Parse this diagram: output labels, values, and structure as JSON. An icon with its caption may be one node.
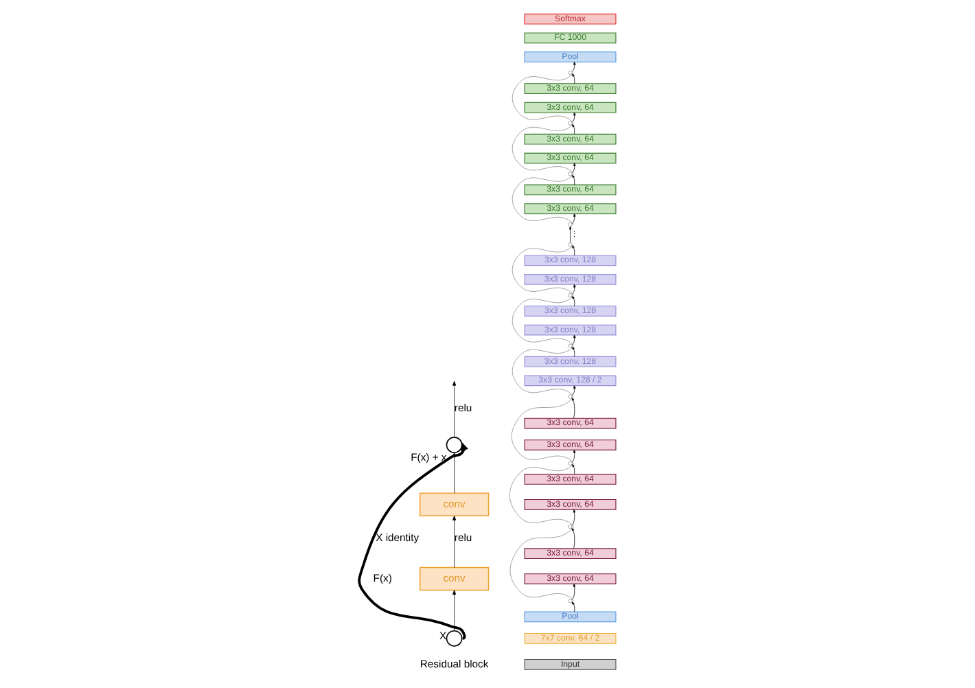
{
  "diagram": {
    "nodes": [
      {
        "text": [],
        "shape": "circle",
        "beside": [
          "F(x) + x"
        ]
      },
      {
        "text": [
          "conv"
        ]
      },
      {
        "text": [
          "conv"
        ]
      },
      {
        "text": [],
        "shape": "circle",
        "beside": [
          "X"
        ]
      },
      {
        "text": [
          "Softmax"
        ]
      },
      {
        "text": [
          "FC 1000"
        ]
      },
      {
        "text": [
          "Pool"
        ]
      },
      {
        "text": [],
        "shape": "circle"
      },
      {
        "text": [
          "3x3 conv, 64"
        ]
      },
      {
        "text": [
          "3x3 conv, 64"
        ]
      },
      {
        "text": [],
        "shape": "circle"
      },
      {
        "text": [
          "3x3 conv, 64"
        ]
      },
      {
        "text": [
          "3x3 conv, 64"
        ]
      },
      {
        "text": [],
        "shape": "circle"
      },
      {
        "text": [
          "3x3 conv, 64"
        ]
      },
      {
        "text": [
          "3x3 conv, 64"
        ]
      },
      {
        "text": [],
        "shape": "circle"
      },
      {
        "text": [],
        "shape": "circle"
      },
      {
        "text": [
          "3x3 conv, 128"
        ]
      },
      {
        "text": [
          "3x3 conv, 128"
        ]
      },
      {
        "text": [],
        "shape": "circle"
      },
      {
        "text": [
          "3x3 conv, 128"
        ]
      },
      {
        "text": [
          "3x3 conv, 128"
        ]
      },
      {
        "text": [],
        "shape": "circle"
      },
      {
        "text": [
          "3x3 conv, 128"
        ]
      },
      {
        "text": [
          "3x3 conv, 128 / 2"
        ]
      },
      {
        "text": [],
        "shape": "circle"
      },
      {
        "text": [
          "3x3 conv, 64"
        ]
      },
      {
        "text": [
          "3x3 conv, 64"
        ]
      },
      {
        "text": [],
        "shape": "circle"
      },
      {
        "text": [
          "3x3 conv, 64"
        ]
      },
      {
        "text": [
          "3x3 conv, 64"
        ]
      },
      {
        "text": [],
        "shape": "circle"
      },
      {
        "text": [
          "3x3 conv, 64"
        ]
      },
      {
        "text": [
          "3x3 conv, 64"
        ]
      },
      {
        "text": [],
        "shape": "circle"
      },
      {
        "text": [
          "Pool"
        ]
      },
      {
        "text": [
          "7x7 conv, 64 / 2"
        ]
      },
      {
        "text": [
          "Input"
        ]
      }
    ],
    "edges": [
      {
        "from": 3,
        "to": 2,
        "arrow": "to"
      },
      {
        "from": 2,
        "to": 1,
        "arrow": "to",
        "label": "relu"
      },
      {
        "from": 1,
        "to": 0,
        "arrow": "to"
      },
      {
        "from": 3,
        "to": 0,
        "arrow": "to",
        "label": "X identity",
        "style": "thick"
      },
      {
        "from": 0,
        "to": null,
        "arrow": "to",
        "label": "relu"
      },
      {
        "from": 36,
        "to": 35,
        "arrow": "to"
      },
      {
        "from": 35,
        "to": 34,
        "arrow": "to"
      },
      {
        "from": 33,
        "to": 32,
        "arrow": "to"
      },
      {
        "from": 32,
        "to": 31,
        "arrow": "to"
      },
      {
        "from": 30,
        "to": 29,
        "arrow": "to"
      },
      {
        "from": 29,
        "to": 28,
        "arrow": "to"
      },
      {
        "from": 27,
        "to": 26,
        "arrow": "to"
      },
      {
        "from": 26,
        "to": 25,
        "arrow": "to"
      },
      {
        "from": 24,
        "to": 23,
        "arrow": "to"
      },
      {
        "from": 23,
        "to": 22,
        "arrow": "to"
      },
      {
        "from": 21,
        "to": 20,
        "arrow": "to"
      },
      {
        "from": 20,
        "to": 19,
        "arrow": "to"
      },
      {
        "from": 18,
        "to": 17,
        "arrow": "to"
      },
      {
        "from": 17,
        "to": 16,
        "arrow": "to",
        "label": "⋮"
      },
      {
        "from": 16,
        "to": 15,
        "arrow": "to"
      },
      {
        "from": 14,
        "to": 13,
        "arrow": "to"
      },
      {
        "from": 13,
        "to": 12,
        "arrow": "to"
      },
      {
        "from": 11,
        "to": 10,
        "arrow": "to"
      },
      {
        "from": 10,
        "to": 9,
        "arrow": "to"
      },
      {
        "from": 8,
        "to": 7,
        "arrow": "to"
      },
      {
        "from": 7,
        "to": 6,
        "arrow": "to"
      },
      {
        "from": 35,
        "to": 32,
        "arrow": "none",
        "color": "#888888"
      },
      {
        "from": 32,
        "to": 29,
        "arrow": "none",
        "color": "#888888"
      },
      {
        "from": 29,
        "to": 26,
        "arrow": "none",
        "color": "#888888"
      },
      {
        "from": 26,
        "to": 23,
        "arrow": "none",
        "color": "#888888"
      },
      {
        "from": 23,
        "to": 20,
        "arrow": "none",
        "color": "#888888"
      },
      {
        "from": 20,
        "to": 17,
        "arrow": "none",
        "color": "#888888"
      },
      {
        "from": 16,
        "to": 13,
        "arrow": "none",
        "color": "#888888"
      },
      {
        "from": 13,
        "to": 10,
        "arrow": "none",
        "color": "#888888"
      },
      {
        "from": 10,
        "to": 7,
        "arrow": "none",
        "color": "#888888"
      }
    ],
    "labels": [
      "F(x)",
      "Residual block"
    ]
  }
}
